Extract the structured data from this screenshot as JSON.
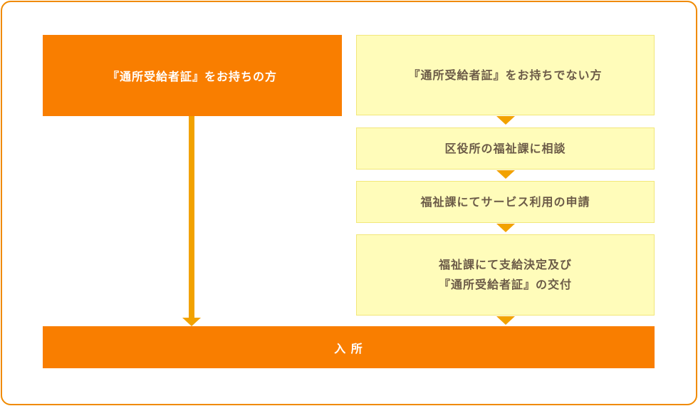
{
  "left_path": {
    "title": "『通所受給者証』をお持ちの方"
  },
  "right_path": {
    "title": "『通所受給者証』をお持ちでない方",
    "steps": [
      "区役所の福祉課に相談",
      "福祉課にてサービス利用の申請",
      "福祉課にて支給決定及び",
      "『通所受給者証』の交付"
    ]
  },
  "final": {
    "label": "入 所"
  },
  "colors": {
    "orange": "#f97e00",
    "yellow": "#fffcba",
    "arrow": "#f2a200",
    "border": "#f08a00"
  }
}
